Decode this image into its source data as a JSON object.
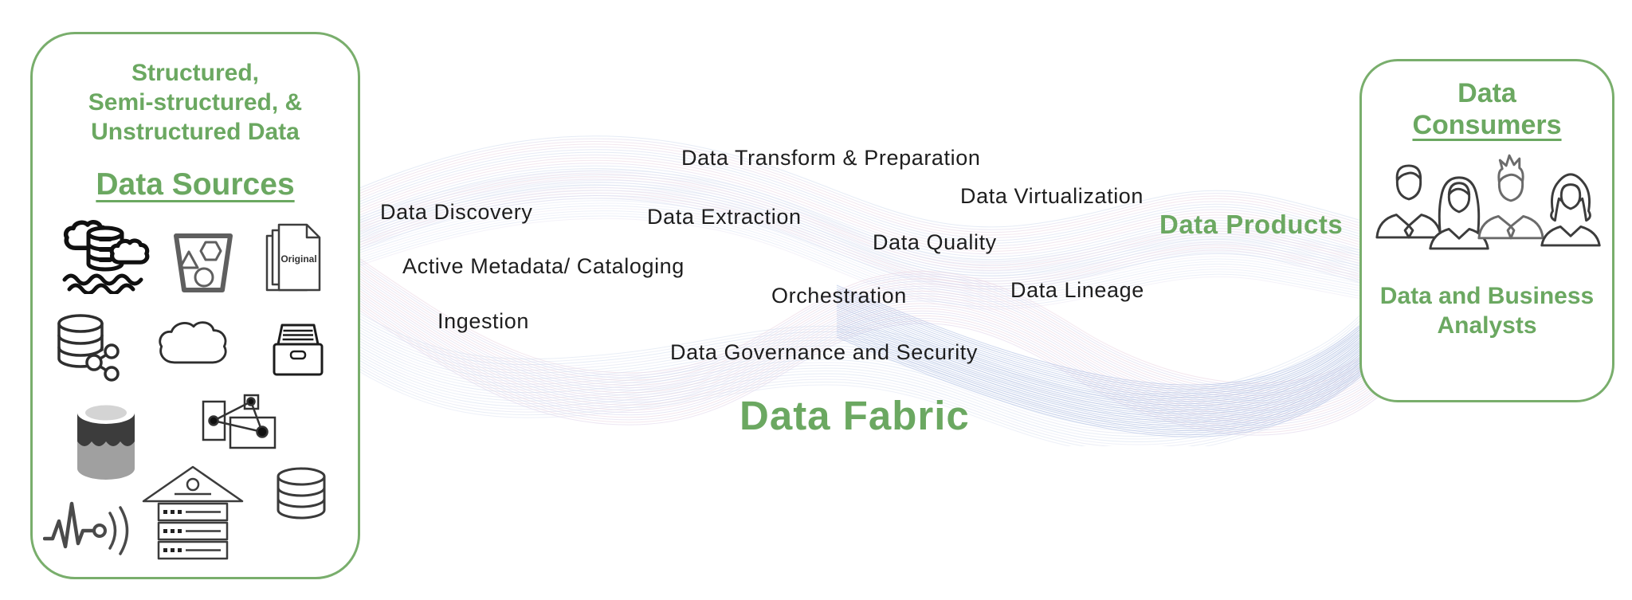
{
  "colors": {
    "accent_green": "#6ba861",
    "panel_border_green": "#79ae6c",
    "label_text": "#1e1e1e",
    "wave_blue": "#a3b5de",
    "wave_pink": "#e7cede",
    "wave_lavender": "#d2d2ec"
  },
  "sources_box": {
    "title_lines": [
      "Structured,",
      "Semi-structured, &",
      "Unstructured Data"
    ],
    "heading": "Data Sources",
    "document_label": "Original",
    "icons": [
      "data-lake-icon",
      "shapes-bin-icon",
      "original-documents-icon",
      "shared-database-icon",
      "cloud-icon",
      "archive-drawer-icon",
      "storage-bucket-icon",
      "linked-records-icon",
      "signal-stream-icon",
      "data-warehouse-icon",
      "disk-stack-icon"
    ]
  },
  "fabric": {
    "labels": {
      "transform": "Data Transform & Preparation",
      "discovery": "Data Discovery",
      "extraction": "Data Extraction",
      "virtualization": "Data Virtualization",
      "quality": "Data Quality",
      "products": "Data Products",
      "metadata": "Active Metadata/ Cataloging",
      "orchestration": "Orchestration",
      "lineage": "Data Lineage",
      "ingestion": "Ingestion",
      "governance": "Data Governance and Security"
    },
    "title": "Data Fabric"
  },
  "consumers_box": {
    "title_top": "Data",
    "title_bottom": "Consumers",
    "caption": "Data and Business Analysts",
    "icons": [
      "male-analyst-icon",
      "female-analyst-icon",
      "spiky-hair-analyst-icon",
      "bob-hair-analyst-icon"
    ]
  }
}
